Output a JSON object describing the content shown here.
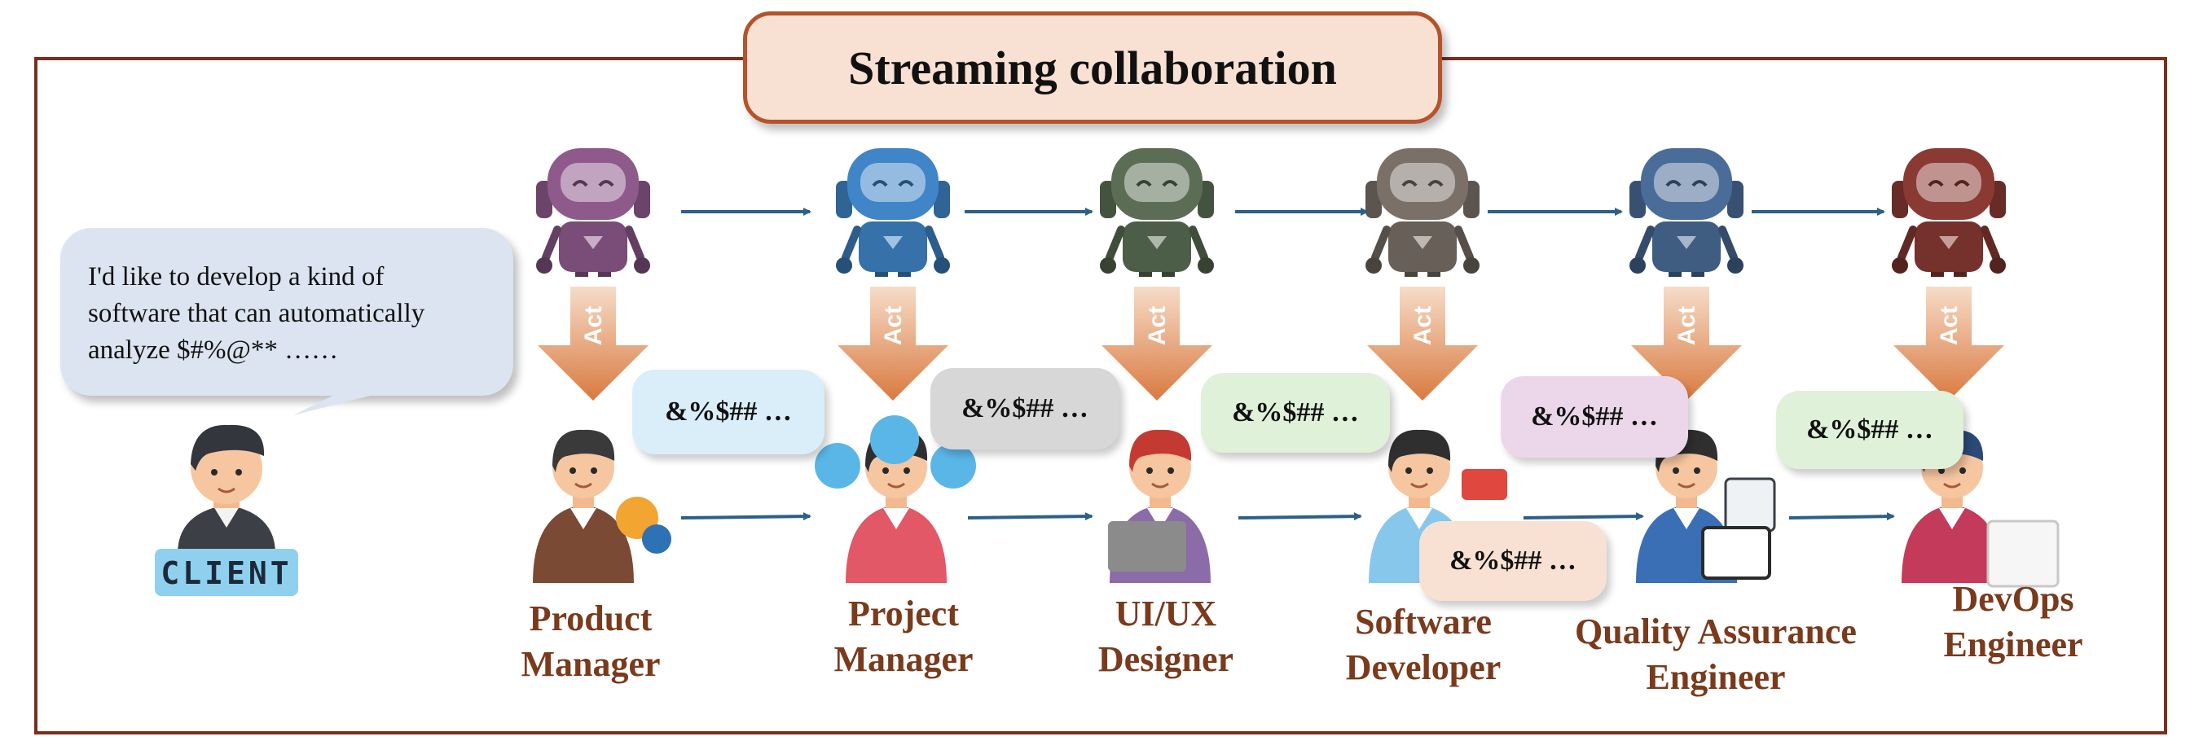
{
  "title": "Streaming collaboration",
  "client": {
    "badge": "CLIENT",
    "request_lines": [
      "I'd like to develop a kind of",
      "software that can automatically",
      "analyze $#%@** ……"
    ]
  },
  "act_label": "Act",
  "agents": [
    {
      "role_lines": [
        "Product",
        "Manager"
      ],
      "message": "&%$## …",
      "robot_color": "#8e5a8c",
      "bubble_color": "#d9eef8"
    },
    {
      "role_lines": [
        "Project",
        "Manager"
      ],
      "message": "&%$## …",
      "robot_color": "#3f85c7",
      "bubble_color": "#d7d7d7"
    },
    {
      "role_lines": [
        "UI/UX",
        "Designer"
      ],
      "message": "&%$## …",
      "robot_color": "#5b6e55",
      "bubble_color": "#dff1d8"
    },
    {
      "role_lines": [
        "Software",
        "Developer"
      ],
      "message": "&%$## …",
      "second_message": "&%$## …",
      "robot_color": "#7a7068",
      "bubble_color": "#ecd7ea",
      "second_bubble_color": "#f8e1d3"
    },
    {
      "role_lines": [
        "Quality Assurance",
        "Engineer"
      ],
      "message": "&%$## …",
      "robot_color": "#4a6c98",
      "bubble_color": "#ecd7ea"
    },
    {
      "role_lines": [
        "DevOps",
        "Engineer"
      ],
      "message": "&%$## …",
      "robot_color": "#8a3a33",
      "bubble_color": "#dff1d8"
    }
  ],
  "colors": {
    "frame": "#7a2e1f",
    "arrow": "#2e5f86",
    "act_arrow_top": "#f6dcc8",
    "act_arrow_bottom": "#d97a40",
    "role_text": "#7a3a1c"
  }
}
